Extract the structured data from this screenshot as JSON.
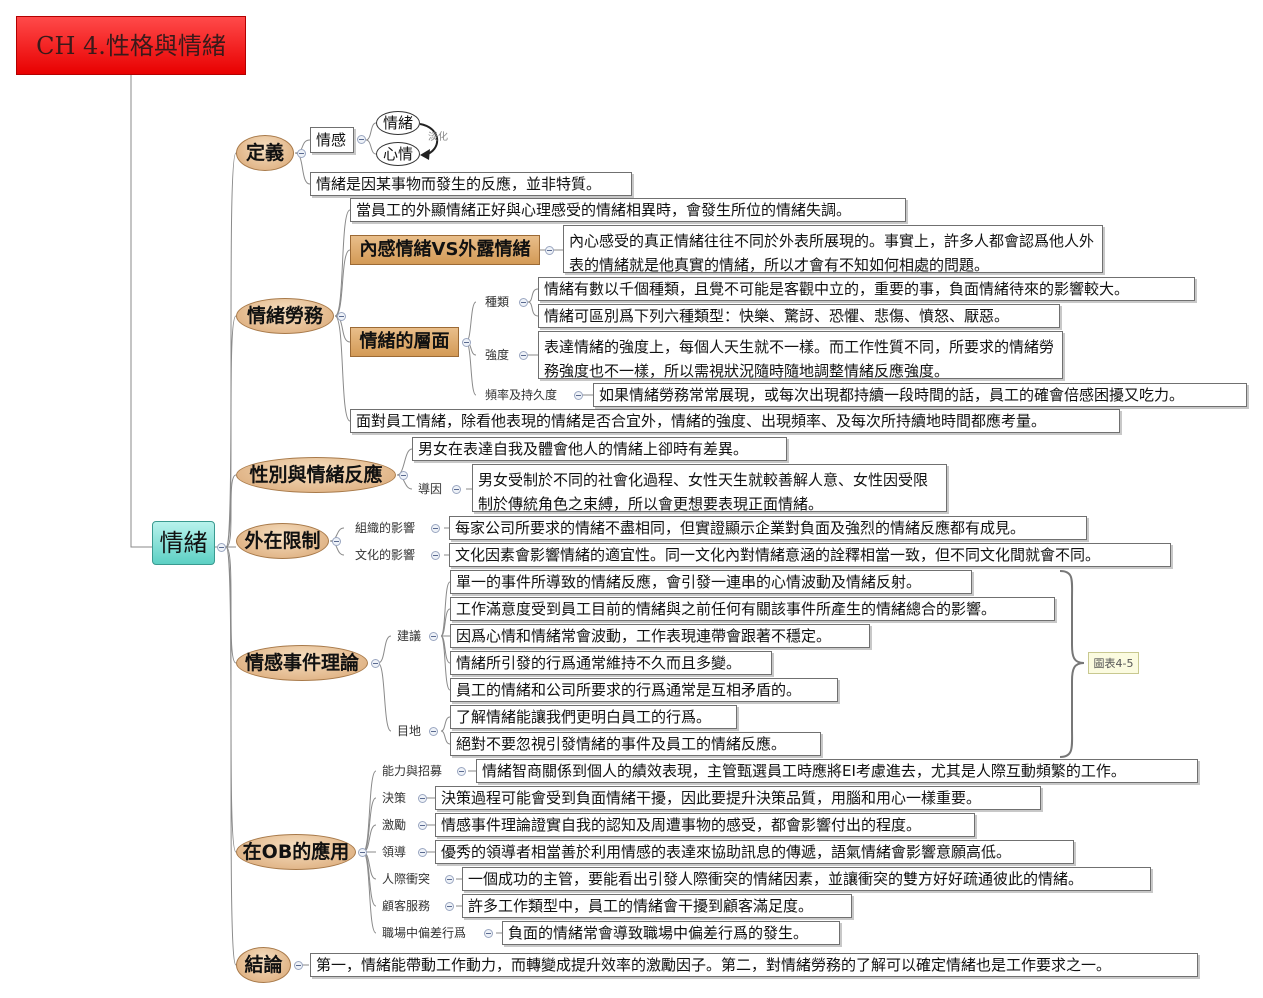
{
  "title": "CH 4.性格與情緒",
  "center": "情緒",
  "main_topics": [
    "定義",
    "情緒勞務",
    "性別與情緒反應",
    "外在限制",
    "情感事件理論",
    "在OB的應用",
    "結論"
  ],
  "definition": {
    "feeling": "情感",
    "emotion": "情緒",
    "mood": "心情",
    "fade": "淡化",
    "statement": "情緒是因某事物而發生的反應，並非特質。"
  },
  "emotional_labor": {
    "dissonance": "當員工的外顯情緒正好與心理感受的情緒相異時，會發生所位的情緒失調。",
    "felt_vs_displayed": {
      "label": "內感情緒VS外露情緒",
      "text": "內心感受的真正情緒往往不同於外表所展現的。事實上，許多人都會認爲他人外表的情緒就是他真實的情緒，所以才會有不知如何相處的問題。"
    },
    "dimensions": {
      "label": "情緒的層面",
      "variety_label": "種類",
      "variety": [
        "情緒有數以千個種類，且覺不可能是客觀中立的，重要的事，負面情緒待來的影響較大。",
        "情緒可區別爲下列六種類型：快樂、驚訝、恐懼、悲傷、憤怒、厭惡。"
      ],
      "intensity_label": "強度",
      "intensity": "表達情緒的強度上，每個人天生就不一樣。而工作性質不同，所要求的情緒勞務強度也不一樣，所以需視狀況隨時隨地調整情緒反應強度。",
      "frequency_label": "頻率及持久度",
      "frequency": "如果情緒勞務常常展現，或每次出現都持續一段時間的話，員工的確會倍感困擾又吃力。"
    },
    "summary": "面對員工情緒，除看他表現的情緒是否合宜外，情緒的強度、出現頻率、及每次所持續地時間都應考量。"
  },
  "gender": {
    "text": "男女在表達自我及體會他人的情緒上卻時有差異。",
    "cause_label": "導因",
    "cause": "男女受制於不同的社會化過程、女性天生就較善解人意、女性因受限制於傳統角色之束縛，所以會更想要表現正面情緒。"
  },
  "external": {
    "org_label": "組織的影響",
    "org": "每家公司所要求的情緒不盡相同，但實證顯示企業對負面及強烈的情緒反應都有成見。",
    "culture_label": "文化的影響",
    "culture": "文化因素會影響情緒的適宜性。同一文化內對情緒意涵的詮釋相當一致，但不同文化間就會不同。"
  },
  "aet": {
    "suggest_label": "建議",
    "suggestions": [
      "單一的事件所導致的情緒反應，會引發一連串的心情波動及情緒反射。",
      "工作滿意度受到員工目前的情緒與之前任何有關該事件所產生的情緒總合的影響。",
      "因爲心情和情緒常會波動，工作表現連帶會跟著不穩定。",
      "情緒所引發的行爲通常維持不久而且多變。",
      "員工的情緒和公司所要求的行爲通常是互相矛盾的。"
    ],
    "goal_label": "目地",
    "goals": [
      "了解情緒能讓我們更明白員工的行爲。",
      "絕對不要忽視引發情緒的事件及員工的情緒反應。"
    ],
    "figure": "圖表4-5"
  },
  "ob": [
    {
      "label": "能力與招募",
      "text": "情緒智商關係到個人的績效表現，主管甄選員工時應將EI考慮進去，尤其是人際互動頻繁的工作。"
    },
    {
      "label": "決策",
      "text": "決策過程可能會受到負面情緒干擾，因此要提升決策品質，用腦和用心一樣重要。"
    },
    {
      "label": "激勵",
      "text": "情感事件理論證實自我的認知及周遭事物的感受，都會影響付出的程度。"
    },
    {
      "label": "領導",
      "text": "優秀的領導者相當善於利用情感的表達來協助訊息的傳遞，語氣情緒會影響意願高低。"
    },
    {
      "label": "人際衝突",
      "text": "一個成功的主管，要能看出引發人際衝突的情緒因素，並讓衝突的雙方好好疏通彼此的情緒。"
    },
    {
      "label": "顧客服務",
      "text": "許多工作類型中，員工的情緒會干擾到顧客滿足度。"
    },
    {
      "label": "職場中偏差行爲",
      "text": "負面的情緒常會導致職場中偏差行爲的發生。"
    }
  ],
  "conclusion": "第一，情緒能帶動工作動力，而轉變成提升效率的激勵因子。第二，對情緒勞務的了解可以確定情緒也是工作要求之一。"
}
